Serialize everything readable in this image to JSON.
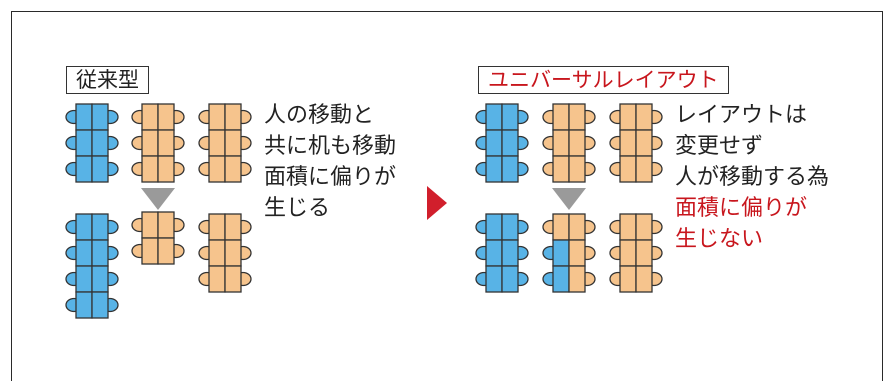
{
  "colors": {
    "frame": "#2a2a2a",
    "blue_desk": "#58b3e6",
    "orange_desk": "#f6c48d",
    "stroke": "#333333",
    "arrow_red": "#d11f2c",
    "arrow_gray": "#9a9a9a",
    "emphasis_red": "#c8161d",
    "text": "#222222"
  },
  "left": {
    "label": "従来型",
    "text_lines": [
      "人の移動と",
      "共に机も移動",
      "面積に偏りが",
      "生じる"
    ]
  },
  "right": {
    "label": "ユニバーサルレイアウト",
    "text_lines": [
      "レイアウトは",
      "変更せず",
      "人が移動する為"
    ],
    "emphasis_lines": [
      "面積に偏りが",
      "生じない"
    ]
  },
  "icons": {
    "transition_arrow": "triangle-right-icon",
    "move_indicator": "triangle-down-icon"
  }
}
